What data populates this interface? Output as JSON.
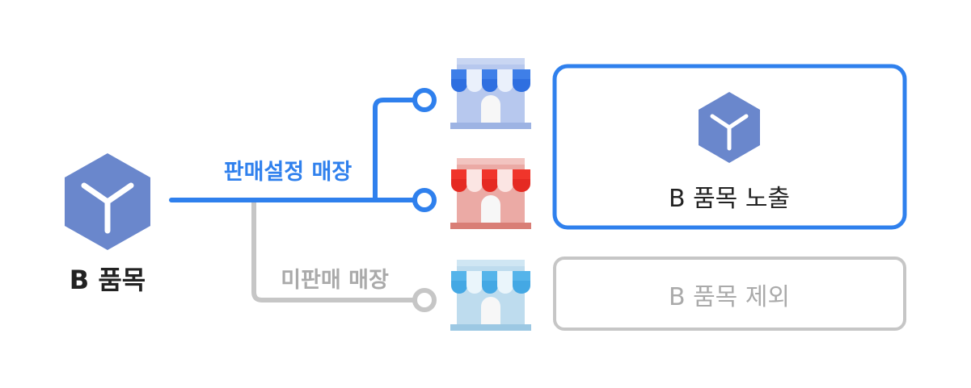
{
  "source": {
    "label": "B 품목"
  },
  "connectors": {
    "selling_label": "판매설정 매장",
    "not_selling_label": "미판매 매장"
  },
  "results": {
    "shown": "B 품목 노출",
    "excluded": "B 품목 제외"
  },
  "icons": {
    "product": "cube-icon",
    "store": "store-icon"
  },
  "colors": {
    "active_blue": "#2F80ED",
    "inactive_gray": "#C6C6C6",
    "cube_fill": "#6A87CC",
    "text_dark": "#222222",
    "text_gray": "#AAAAAA",
    "store_blue_body": "#B7C8EE",
    "store_red_body": "#EBAAA5",
    "store_lightblue_body": "#BEDCEE"
  }
}
